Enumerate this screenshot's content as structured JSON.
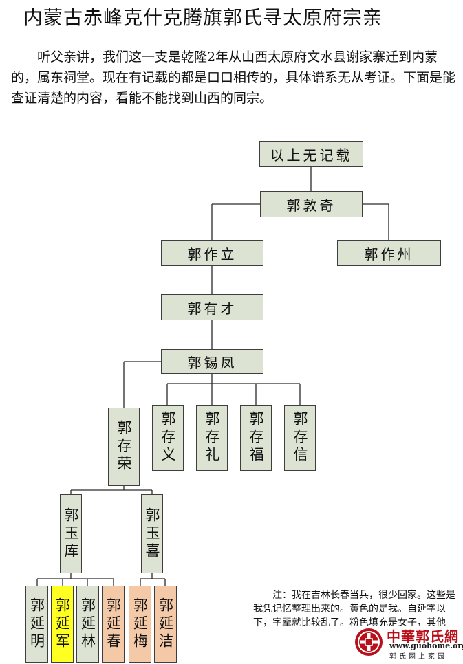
{
  "title": "内蒙古赤峰克什克腾旗郭氏寻太原府宗亲",
  "intro": "听父亲讲，我们这一支是乾隆2年从山西太原府文水县谢家寨迁到内蒙的，属东祠堂。现在有记载的都是口口相传的，具体谱系无从考证。下面是能查证清楚的内容，看能不能找到山西的同宗。",
  "tree": {
    "top": "以上无记载",
    "gen1": "郭敦奇",
    "gen2": [
      "郭作立",
      "郭作州"
    ],
    "gen3": "郭有才",
    "gen4": "郭锡凤",
    "gen5": [
      "郭存荣",
      "郭存义",
      "郭存礼",
      "郭存福",
      "郭存信"
    ],
    "gen6": [
      "郭玉库",
      "郭玉喜"
    ],
    "gen7": [
      "郭延明",
      "郭延军",
      "郭延林",
      "郭延春",
      "郭延梅",
      "郭延洁"
    ]
  },
  "note": "注：我在吉林长春当兵，很少回家。这些是我凭记忆整理出来的。黄色的是我。自延字以下，字辈就比较乱了。粉色填充是女子，其他",
  "colors": {
    "box": "#dde3d2",
    "self": "#ffff22",
    "female": "#f3c9a8",
    "logo_red": "#b8101a"
  },
  "logo": {
    "name": "中華郭氏網",
    "url": "www.guohome.org",
    "sub": "郭氏网上家园"
  }
}
